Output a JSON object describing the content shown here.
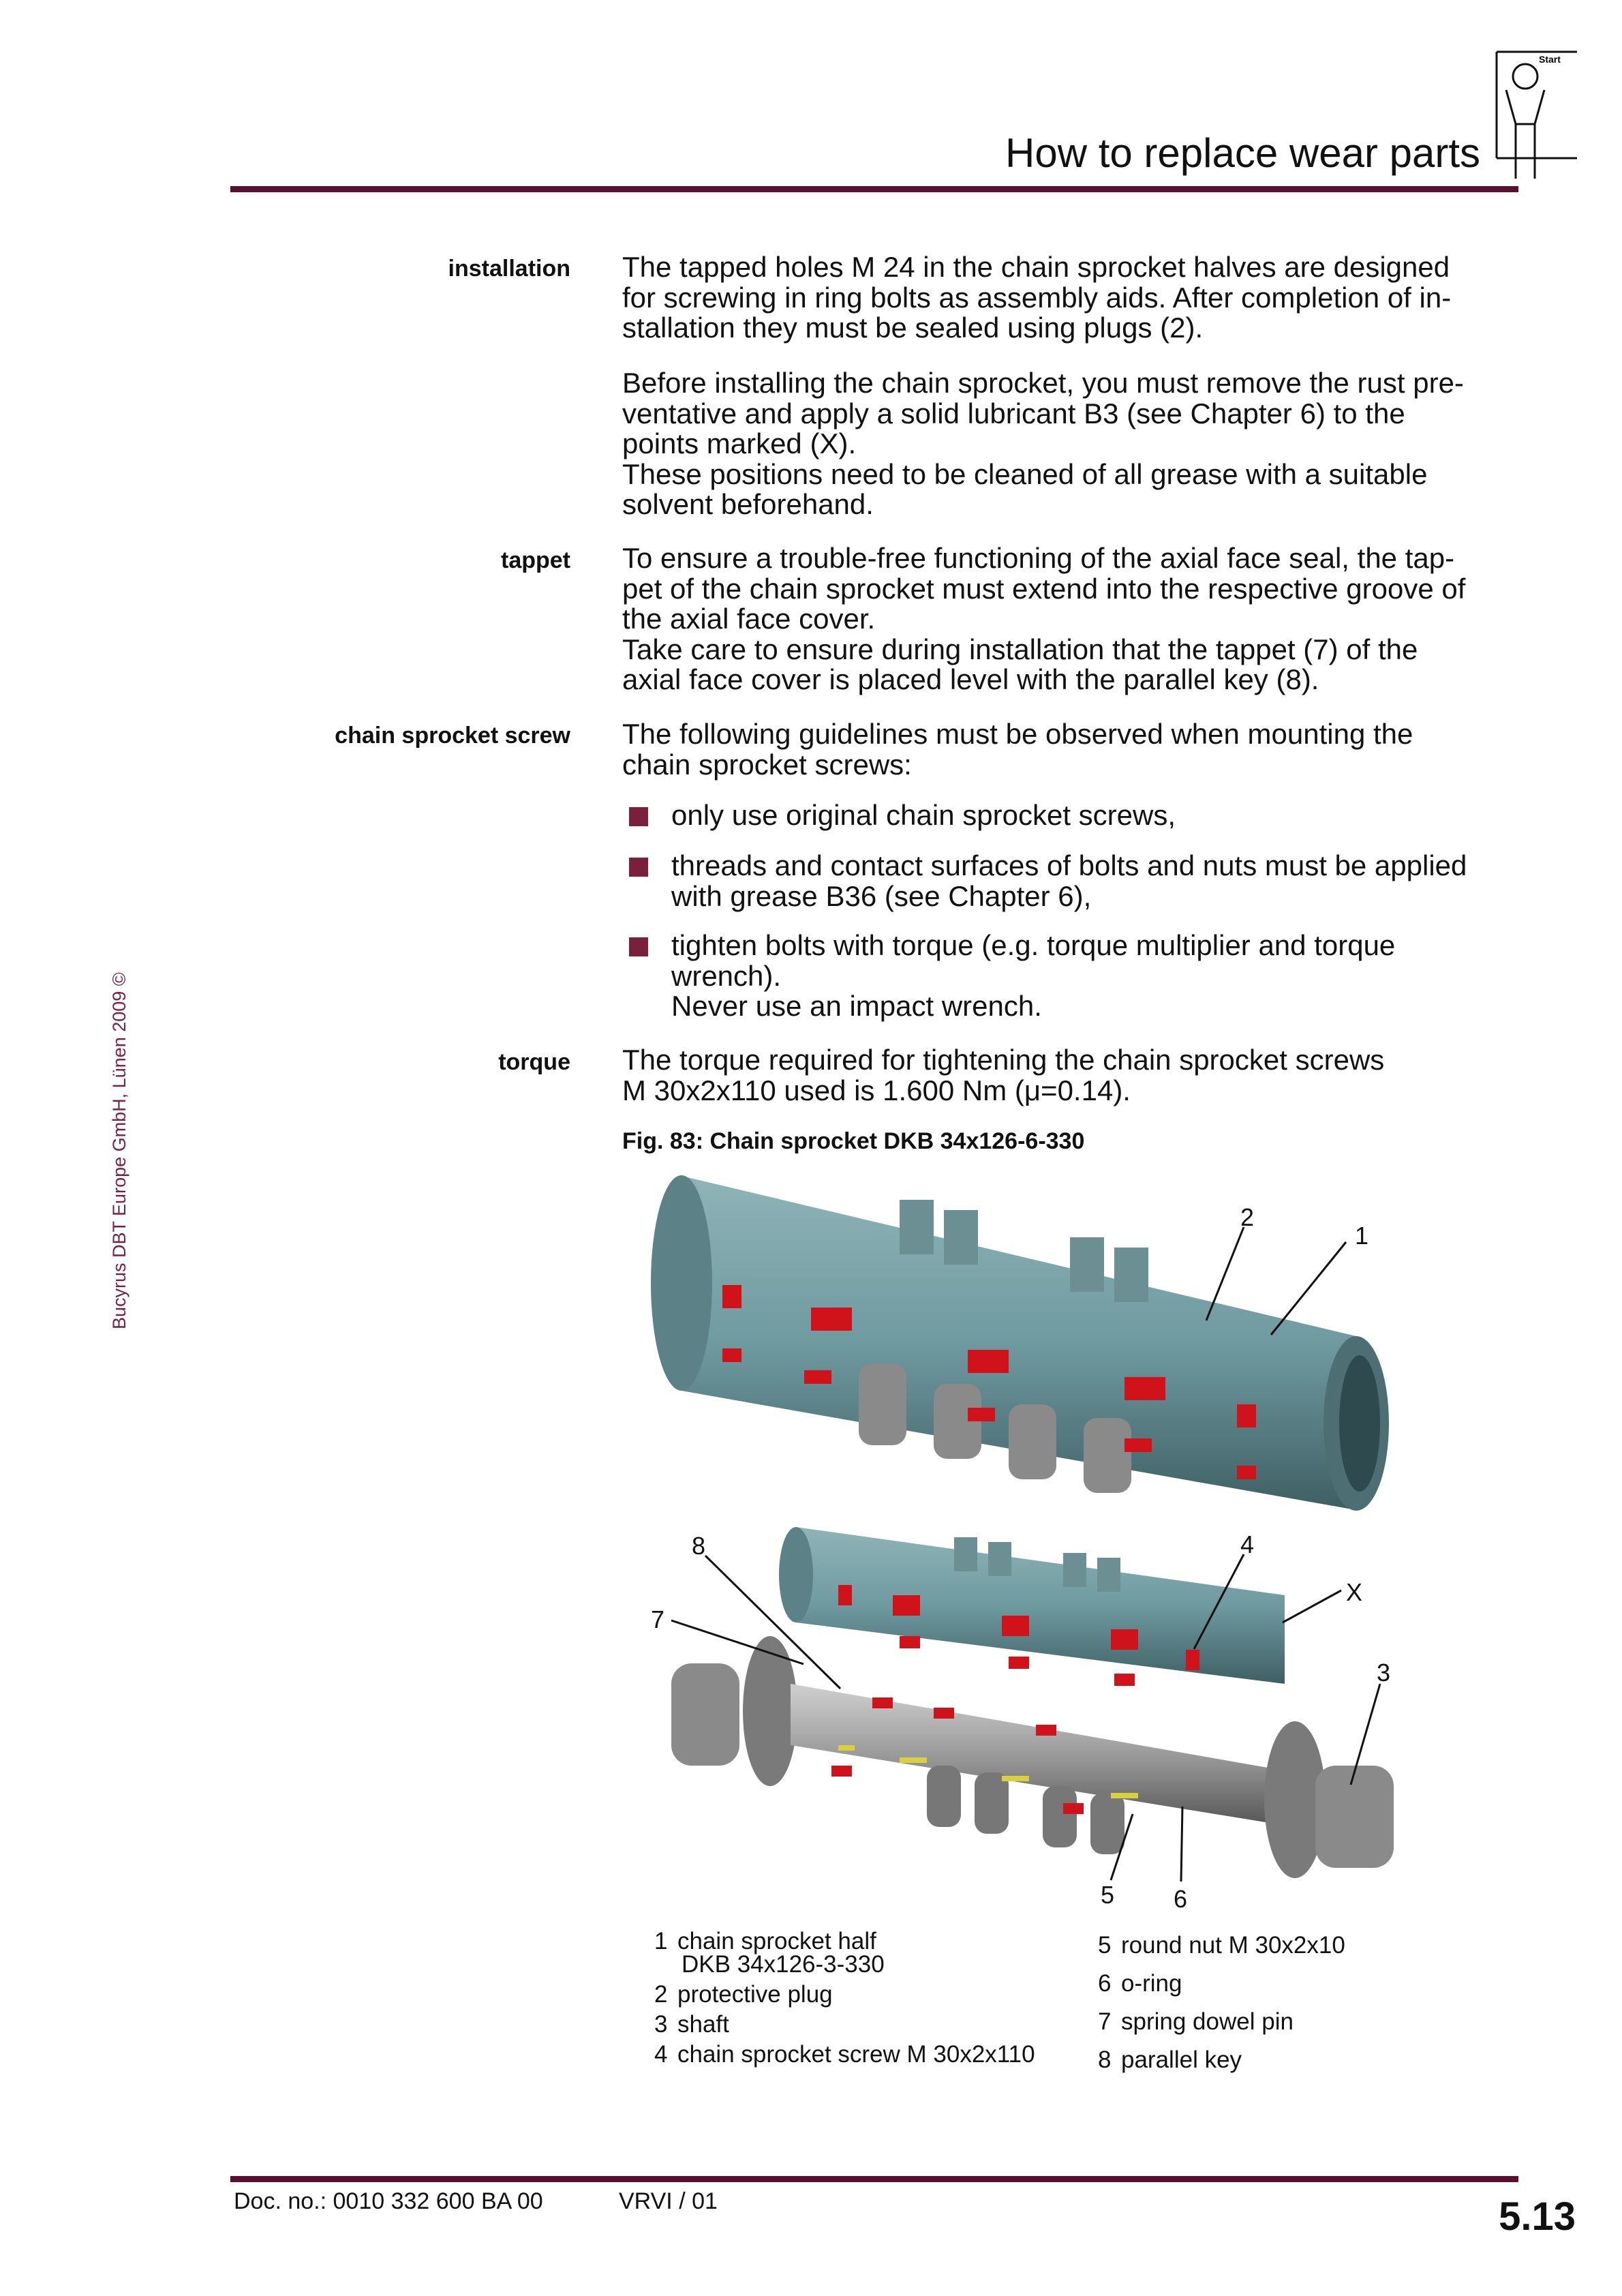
{
  "header": {
    "title": "How to replace wear parts",
    "icon_label": "Start"
  },
  "sections": [
    {
      "label": "installation",
      "paragraphs": [
        [
          "The tapped holes M 24 in the chain sprocket halves are designed",
          "for screwing in ring bolts as assembly aids. After completion of in-",
          "stallation they must be sealed using plugs (2)."
        ],
        [
          "Before installing the chain sprocket, you must remove the rust pre-",
          "ventative and apply a solid lubricant B3 (see Chapter 6) to the",
          "points marked (X).",
          "These positions need to be cleaned of all grease with a suitable",
          "solvent beforehand."
        ]
      ]
    },
    {
      "label": "tappet",
      "paragraphs": [
        [
          "To ensure a trouble-free functioning of the axial face seal, the tap-",
          "pet of the chain sprocket must extend into the respective groove of",
          "the axial face cover.",
          "Take care to ensure during installation that the tappet (7) of the",
          "axial face cover is placed level with the parallel key (8)."
        ]
      ]
    },
    {
      "label": "chain sprocket screw",
      "paragraphs": [
        [
          "The following guidelines must be observed when mounting the",
          "chain sprocket screws:"
        ]
      ],
      "bullets": [
        [
          "only use original chain sprocket screws,"
        ],
        [
          "threads and contact surfaces of bolts and nuts must be applied",
          "with grease B36 (see Chapter 6),"
        ],
        [
          "tighten bolts with torque (e.g. torque multiplier and torque",
          "wrench).",
          "Never use an impact wrench."
        ]
      ]
    },
    {
      "label": "torque",
      "paragraphs": [
        [
          "The torque required for tightening the chain sprocket screws",
          "M 30x2x110 used is 1.600 Nm (μ=0.14)."
        ]
      ]
    }
  ],
  "figure": {
    "caption": "Fig. 83: Chain sprocket DKB 34x126-6-330",
    "callouts": [
      "1",
      "2",
      "3",
      "4",
      "5",
      "6",
      "7",
      "8",
      "X"
    ],
    "legend_left": [
      {
        "n": "1",
        "text": "chain sprocket half",
        "text2": "DKB 34x126-3-330"
      },
      {
        "n": "2",
        "text": "protective plug"
      },
      {
        "n": "3",
        "text": "shaft"
      },
      {
        "n": "4",
        "text": "chain sprocket screw M 30x2x110"
      }
    ],
    "legend_right": [
      {
        "n": "5",
        "text": "round nut M 30x2x10"
      },
      {
        "n": "6",
        "text": "o-ring"
      },
      {
        "n": "7",
        "text": "spring dowel pin"
      },
      {
        "n": "8",
        "text": "parallel key"
      }
    ]
  },
  "sidebar": {
    "copyright": "Bucyrus DBT Europe GmbH, Lünen 2009 ©"
  },
  "footer": {
    "doc_no": "Doc. no.: 0010 332 600 BA 00",
    "version": "VRVI / 01",
    "page": "5.13"
  },
  "colors": {
    "accent": "#5a0f2e",
    "bullet": "#7a1f3c",
    "sprocket": "#6f9aa0",
    "shaft": "#9a9a9a",
    "plug": "#d0121b"
  }
}
